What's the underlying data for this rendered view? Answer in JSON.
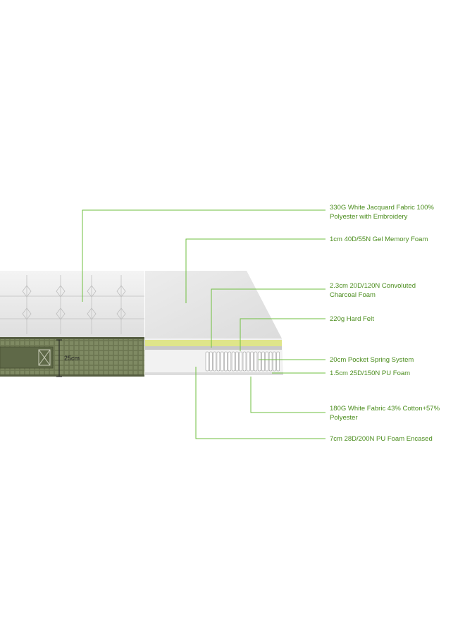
{
  "colors": {
    "leader": "#6fbf3f",
    "label": "#4a8c1c",
    "border_fabric": "#6b7551",
    "gel_layer": "#dfe58a"
  },
  "height_label": "25cm",
  "callouts": [
    {
      "id": "jacquard-fabric",
      "lines": [
        "330G White Jacquard Fabric 100%",
        "Polyester with Embroidery"
      ]
    },
    {
      "id": "gel-memory-foam",
      "lines": [
        "1cm 40D/55N Gel Memory Foam"
      ]
    },
    {
      "id": "charcoal-foam",
      "lines": [
        "2.3cm 20D/120N Convoluted",
        "Charcoal Foam"
      ]
    },
    {
      "id": "hard-felt",
      "lines": [
        "220g Hard Felt"
      ]
    },
    {
      "id": "pocket-spring",
      "lines": [
        "20cm Pocket Spring System"
      ]
    },
    {
      "id": "pu-foam-thin",
      "lines": [
        "1.5cm 25D/150N PU Foam"
      ]
    },
    {
      "id": "white-fabric",
      "lines": [
        "180G White Fabric 43% Cotton+57%",
        "Polyester"
      ]
    },
    {
      "id": "pu-foam-encased",
      "lines": [
        "7cm 28D/200N PU Foam Encased"
      ]
    }
  ]
}
